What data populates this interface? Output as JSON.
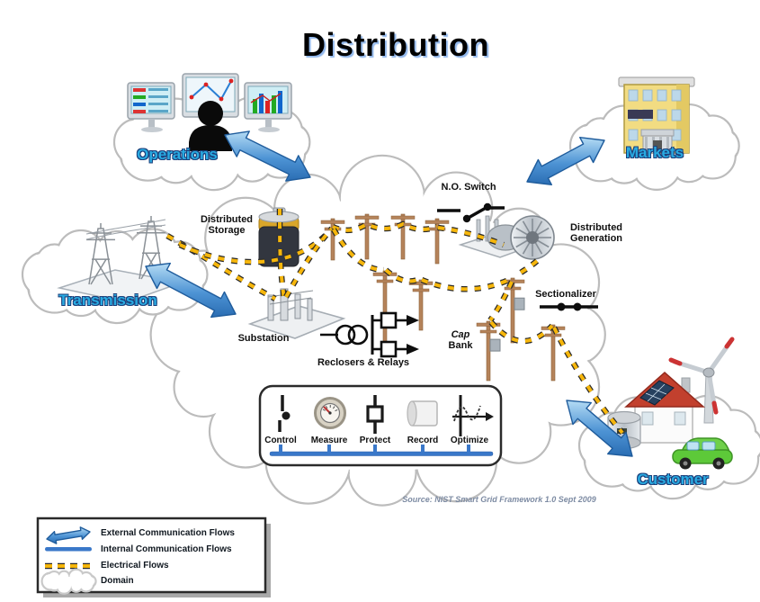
{
  "title": "Distribution",
  "source_note": "Source:  NIST Smart Grid Framework 1.0 Sept 2009",
  "domains": {
    "operations": {
      "label": "Operations"
    },
    "markets": {
      "label": "Markets"
    },
    "transmission": {
      "label": "Transmission"
    },
    "customer": {
      "label": "Customer"
    }
  },
  "components": {
    "distributed_storage": {
      "label": "Distributed\nStorage"
    },
    "no_switch": {
      "label": "N.O. Switch"
    },
    "distributed_generation": {
      "label": "Distributed\nGeneration"
    },
    "sectionalizer": {
      "label": "Sectionalizer"
    },
    "substation": {
      "label": "Substation"
    },
    "reclosers_relays": {
      "label": "Reclosers & Relays"
    },
    "cap_bank": {
      "line1": "Cap",
      "line2": "Bank"
    }
  },
  "functions": {
    "labels": [
      "Control",
      "Measure",
      "Protect",
      "Record",
      "Optimize"
    ]
  },
  "legend": {
    "items": [
      {
        "label": "External Communication Flows",
        "symbol": "external-arrow-icon"
      },
      {
        "label": "Internal Communication Flows",
        "symbol": "internal-line-icon"
      },
      {
        "label": "Electrical Flows",
        "symbol": "electrical-dashes-icon"
      },
      {
        "label": "Domain",
        "symbol": "domain-cloud-icon"
      }
    ]
  },
  "icons": {
    "operations": "operator-monitors-icon",
    "markets": "market-building-icon",
    "transmission": "transmission-towers-icon",
    "customer": "home-renewables-icon",
    "distributed_storage": "battery-icon",
    "distributed_generation": "turbine-icon",
    "substation": "substation-platform-icon",
    "functions": [
      "switch-icon",
      "gauge-icon",
      "breaker-icon",
      "scroll-icon",
      "sine-wave-icon"
    ]
  },
  "colors": {
    "domain_label": "#29abe2",
    "arrow_light": "#b4dbf4",
    "arrow_mid": "#4d93d4",
    "arrow_dark": "#2a6db3",
    "arrow_stroke": "#1f5c9c",
    "electrical_yellow": "#f6b60b",
    "electrical_outline": "#2b2b2b",
    "internal_blue": "#3a78c9",
    "cloud_stroke": "#bcbcbc"
  }
}
